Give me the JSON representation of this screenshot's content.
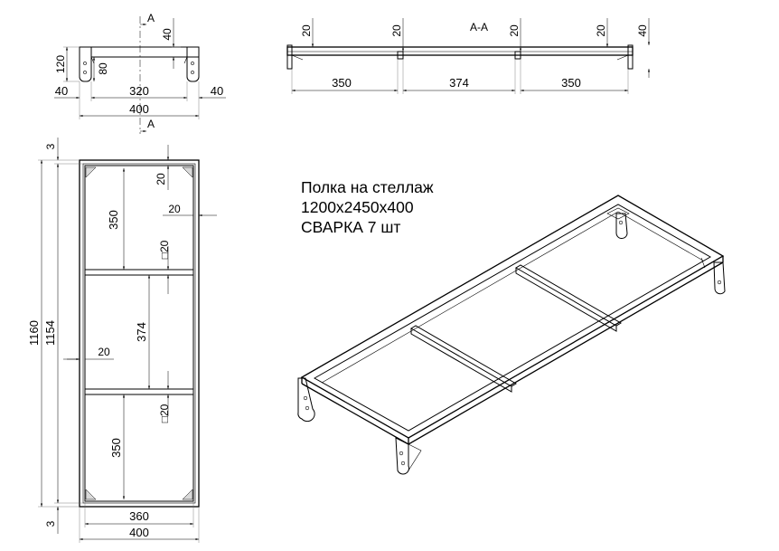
{
  "title_block": {
    "line1": "Полка на стеллаж",
    "line2": "1200х2450х400",
    "line3": "СВАРКА 7 шт"
  },
  "section": {
    "cut_mark": "А",
    "label": "А-А"
  },
  "end_view": {
    "height": "120",
    "post_height": "80",
    "top_thickness": "40",
    "left_offset": "40",
    "inner_width": "320",
    "right_offset": "40",
    "total_width": "400"
  },
  "section_view": {
    "left_h": "20",
    "mid1_h": "20",
    "mid2_h": "20",
    "right_h": "20",
    "right_t": "40",
    "span1": "350",
    "span2": "374",
    "span3": "350"
  },
  "plan_view": {
    "top_gap": "3",
    "bottom_gap": "3",
    "total_length": "1160",
    "inner_length": "1154",
    "span_top": "350",
    "span_mid": "374",
    "span_bot": "350",
    "corner_w": "20",
    "rail_w": "20",
    "cross1": "□20",
    "cross2": "□20",
    "side_w": "20",
    "inner_width": "360",
    "total_width": "400"
  }
}
